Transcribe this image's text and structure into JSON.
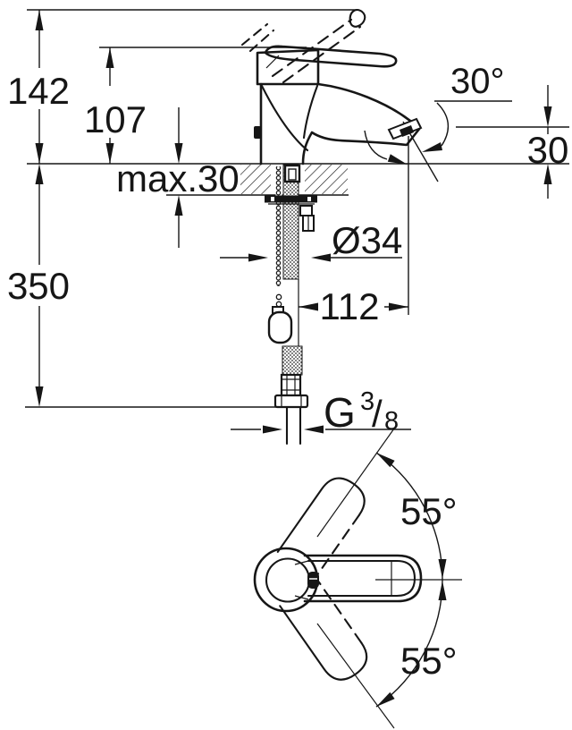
{
  "drawing": {
    "side_view": {
      "labels": {
        "overall_height": "142",
        "height_to_lever": "107",
        "deck_thickness": "max.30",
        "below_deck_length": "350",
        "shank_diameter": "Ø34",
        "spout_projection": "112",
        "spout_angle": "30°",
        "spout_height": "30",
        "thread_letter": "G",
        "thread_numerator": "3",
        "thread_slash": "/",
        "thread_denominator": "8"
      }
    },
    "top_view": {
      "labels": {
        "swivel_angle_upper": "55°",
        "swivel_angle_lower": "55°"
      }
    },
    "colors": {
      "line": "#161616",
      "background": "#ffffff"
    }
  }
}
